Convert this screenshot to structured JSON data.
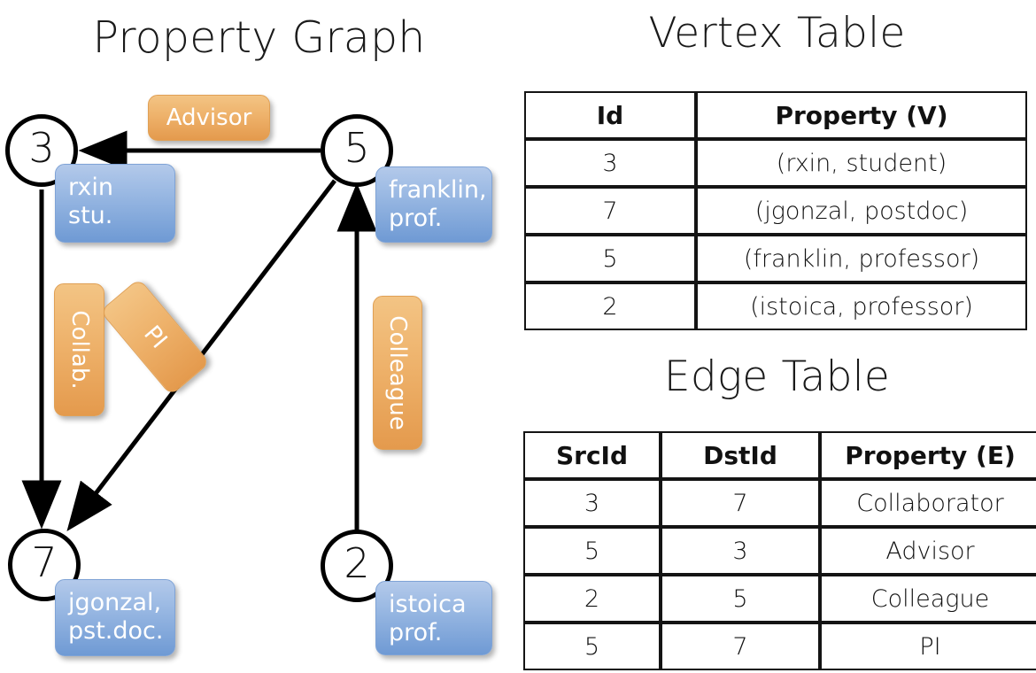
{
  "titles": {
    "property_graph": "Property Graph",
    "vertex_table": "Vertex Table",
    "edge_table": "Edge Table"
  },
  "graph": {
    "nodes": [
      {
        "id": "3",
        "property_label": "rxin\nstu."
      },
      {
        "id": "5",
        "property_label": "franklin,\nprof."
      },
      {
        "id": "7",
        "property_label": "jgonzal,\npst.doc."
      },
      {
        "id": "2",
        "property_label": "istoica\nprof."
      }
    ],
    "node_labels": {
      "n3": "3",
      "n5": "5",
      "n7": "7",
      "n2": "2"
    },
    "vertex_property_labels": {
      "rxin_line1": "rxin",
      "rxin_line2": "stu.",
      "franklin_line1": "franklin,",
      "franklin_line2": "prof.",
      "jgonzal_line1": "jgonzal,",
      "jgonzal_line2": "pst.doc.",
      "istoica_line1": "istoica",
      "istoica_line2": "prof."
    },
    "edge_labels": {
      "advisor": "Advisor",
      "collab": "Collab.",
      "pi": "PI",
      "colleague": "Colleague"
    },
    "edges": [
      {
        "from": "5",
        "to": "3",
        "label": "Advisor"
      },
      {
        "from": "3",
        "to": "7",
        "label": "Collab."
      },
      {
        "from": "5",
        "to": "7",
        "label": "PI"
      },
      {
        "from": "2",
        "to": "5",
        "label": "Colleague"
      }
    ]
  },
  "vertex_table": {
    "headers": {
      "id": "Id",
      "property": "Property (V)"
    },
    "rows": [
      {
        "id": "3",
        "property": "(rxin, student)"
      },
      {
        "id": "7",
        "property": "(jgonzal, postdoc)"
      },
      {
        "id": "5",
        "property": "(franklin, professor)"
      },
      {
        "id": "2",
        "property": "(istoica, professor)"
      }
    ]
  },
  "edge_table": {
    "headers": {
      "src": "SrcId",
      "dst": "DstId",
      "property": "Property (E)"
    },
    "rows": [
      {
        "src": "3",
        "dst": "7",
        "property": "Collaborator"
      },
      {
        "src": "5",
        "dst": "3",
        "property": "Advisor"
      },
      {
        "src": "2",
        "dst": "5",
        "property": "Colleague"
      },
      {
        "src": "5",
        "dst": "7",
        "property": "PI"
      }
    ]
  },
  "colors": {
    "vertex_property_fill": "#ccd9ef",
    "edge_property_fill": "#f6ddc3",
    "node_box_blue": "#6f9ad4",
    "edge_box_orange": "#e49a4d",
    "stroke": "#111111"
  }
}
